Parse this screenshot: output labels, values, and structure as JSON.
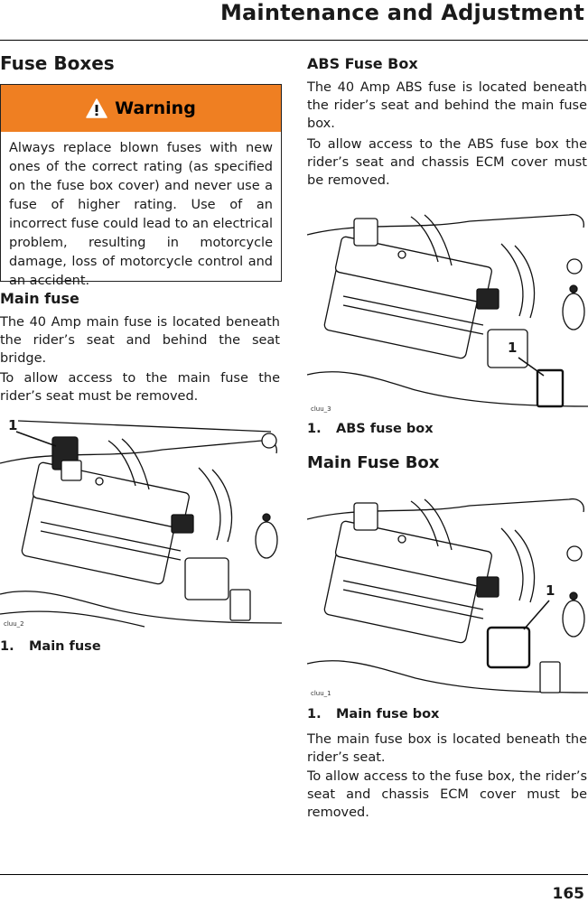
{
  "header": {
    "title": "Maintenance and Adjustment"
  },
  "page_number": "165",
  "left": {
    "heading": "Fuse Boxes",
    "warning": {
      "title": "Warning",
      "icon": "exclamation-triangle-icon",
      "color": "#ef7f22",
      "text": "Always replace blown fuses with new ones of the correct rating (as specified on the fuse box cover) and never use a fuse of higher rating. Use of an incorrect fuse could lead to an electrical problem, resulting in motorcycle damage, loss of motorcycle control and an accident."
    },
    "subheading": "Main fuse",
    "para1": "The 40 Amp main fuse is located beneath the rider’s seat and behind the seat bridge.",
    "para2": "To allow access to the main fuse the rider’s seat must be removed.",
    "figure": {
      "callout": "1",
      "code": "cluu_2"
    },
    "caption": {
      "num": "1.",
      "text": "Main fuse"
    }
  },
  "right": {
    "abs_heading": "ABS Fuse Box",
    "abs_para1": "The 40 Amp ABS fuse is located beneath the rider’s seat and behind the main fuse box.",
    "abs_para2": "To allow access to the ABS fuse box the rider’s seat and chassis ECM cover must be removed.",
    "abs_figure": {
      "callout": "1",
      "code": "cluu_3"
    },
    "abs_caption": {
      "num": "1.",
      "text": "ABS fuse box"
    },
    "main_heading": "Main Fuse Box",
    "main_figure": {
      "callout": "1",
      "code": "cluu_1"
    },
    "main_caption": {
      "num": "1.",
      "text": "Main fuse box"
    },
    "main_para1": "The main fuse box is located beneath the rider’s seat.",
    "main_para2": "To allow access to the fuse box, the rider’s seat and chassis ECM cover must be removed."
  }
}
